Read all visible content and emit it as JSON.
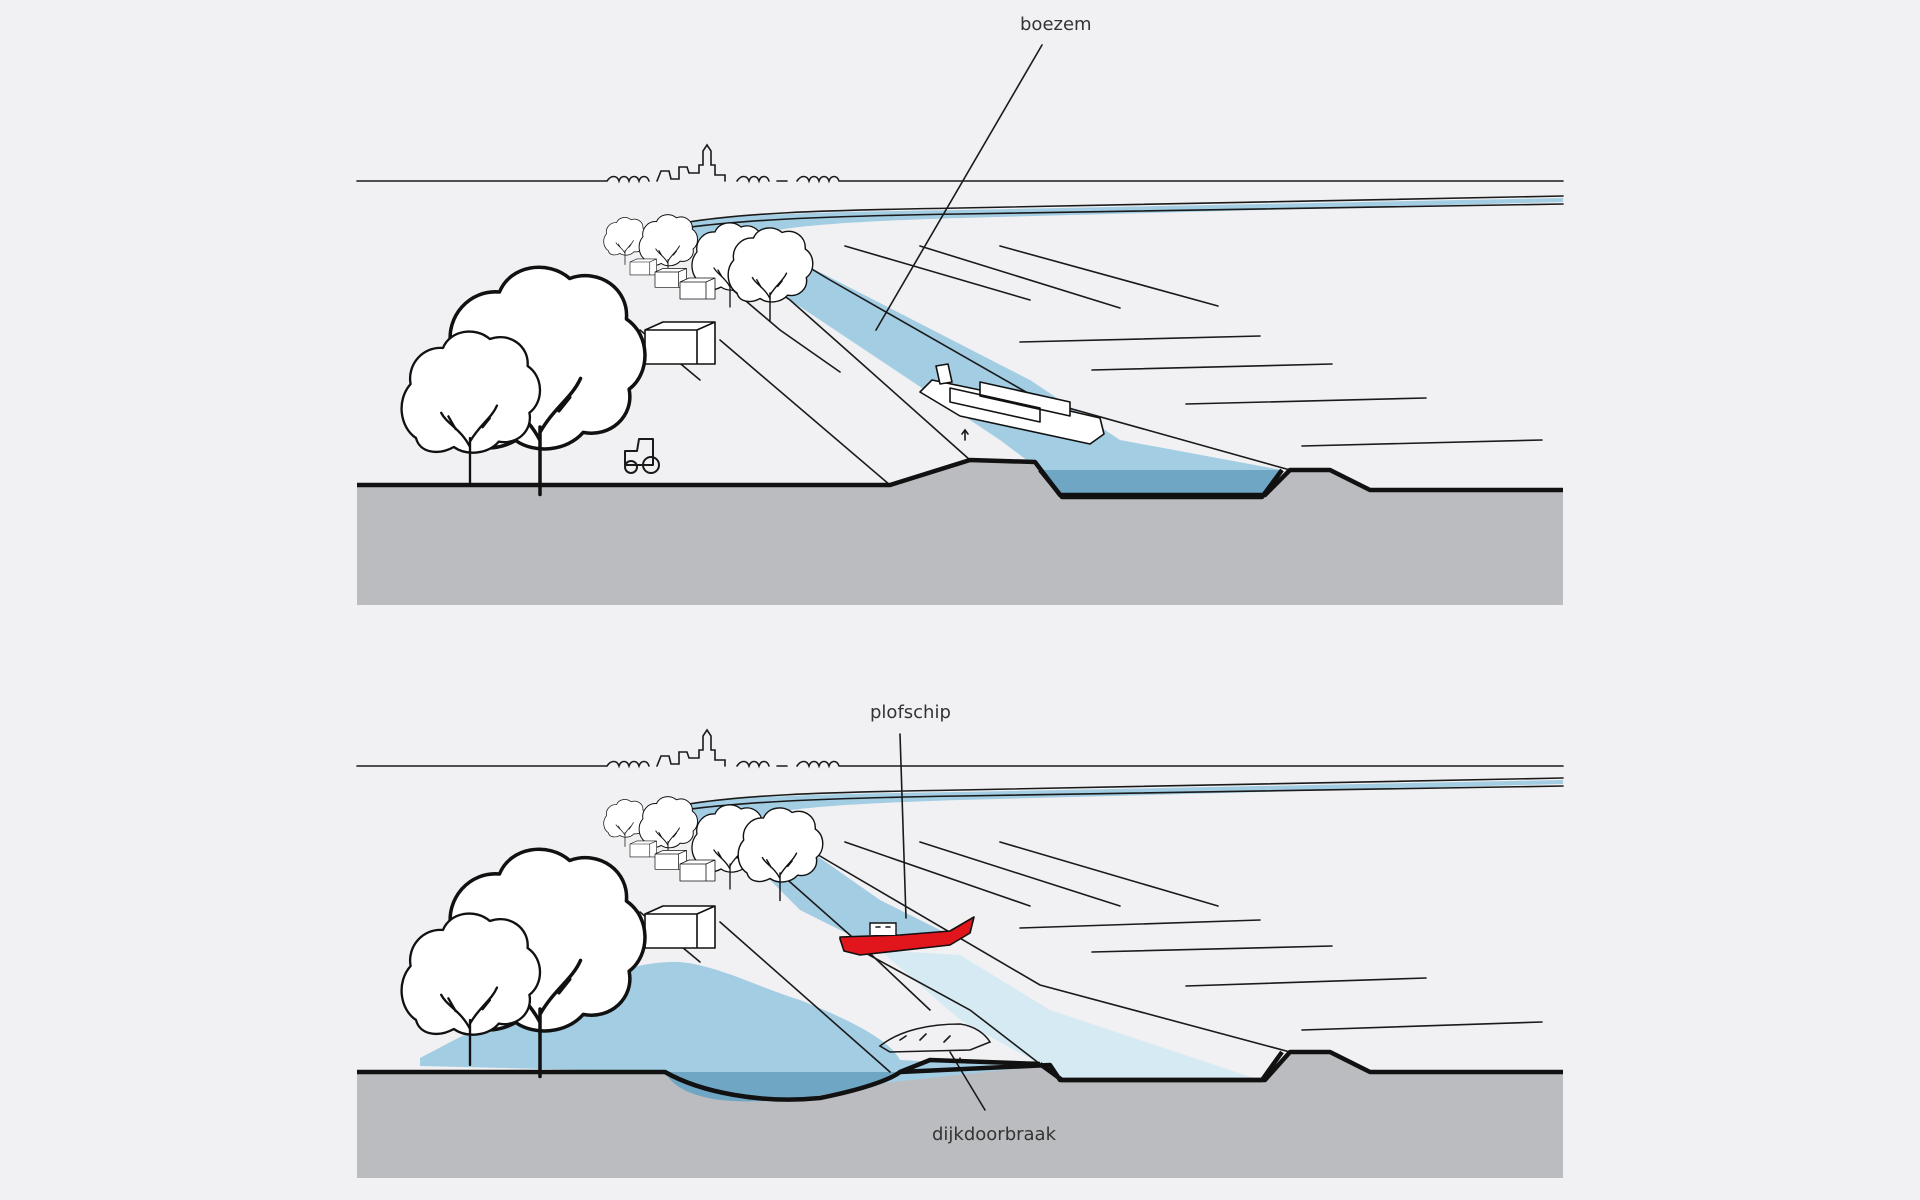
{
  "labels": {
    "top_panel": "boezem",
    "bottom_ship": "plofschip",
    "bottom_breach": "dijkdoorbraak"
  },
  "colors": {
    "background": "#f1f1f3",
    "ground": "#bbbcc0",
    "water": "#a2cde3",
    "water_deep": "#6ea6c4",
    "water_light": "#d6eaf4",
    "ship_highlight": "#e0161c",
    "line": "#1a1a1a"
  },
  "icons": {
    "tree": "tree-icon",
    "house": "house-icon",
    "ship": "ship-icon",
    "tractor": "tractor-icon",
    "skyline": "town-skyline-icon"
  }
}
